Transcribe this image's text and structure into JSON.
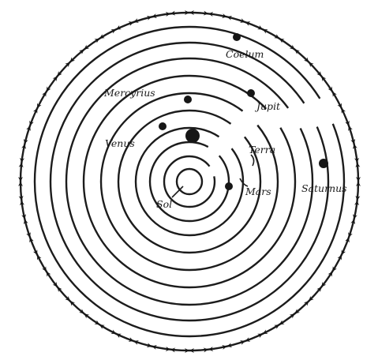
{
  "diagram": {
    "labels": {
      "coelum": "Coelum",
      "mercury": "Mercyrius",
      "jupiter": "Jupit",
      "venus": "Venus",
      "terra": "Terra",
      "mars": "Mars",
      "saturn": "Saturnus",
      "sol": "Sol"
    },
    "colors": {
      "ink": "#1a1a1a",
      "background": "#ffffff"
    }
  }
}
